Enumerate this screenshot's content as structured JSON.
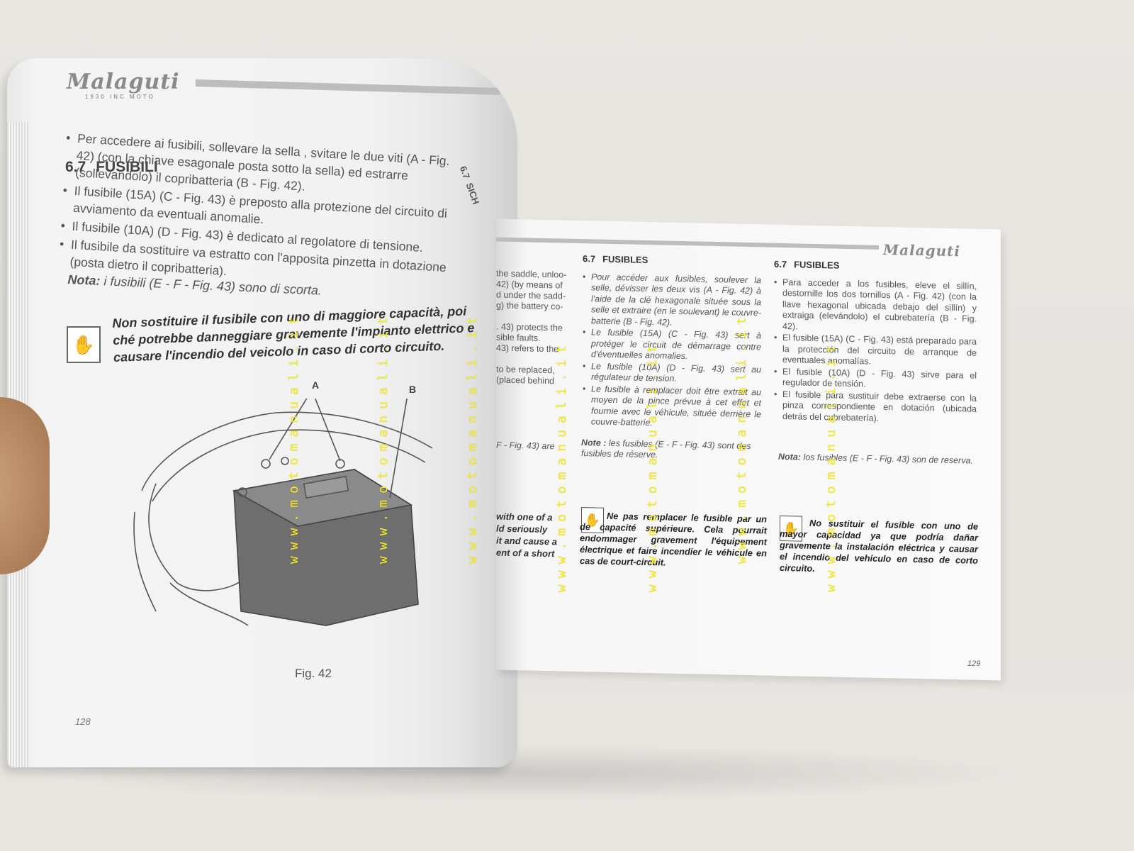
{
  "watermark": "www.motomanuali.it",
  "left_page": {
    "logo": "Malaguti",
    "logo_sub": "1930 INC MOTO",
    "section_number": "6.7",
    "section_title": "FUSIBILI",
    "bullets": [
      "Per accedere ai fusibili, sollevare la sella , svitare le due viti (A - Fig. 42) (con la chiave esagonale posta sotto la sella) ed estrarre (sollevandolo) il copribatteria (B - Fig. 42).",
      "Il fusibile (15A) (C - Fig. 43) è preposto alla protezione del circuito di avviamento da eventuali anomalie.",
      "Il fusibile (10A) (D - Fig. 43) è dedicato al regolatore di tensione.",
      "Il fusibile da sostituire va estratto con l'apposita pinzetta in dotazione (posta dietro il copribatteria)."
    ],
    "note_label": "Nota:",
    "note_text": "i fusibili (E - F - Fig. 43) sono di scorta.",
    "warning": "Non sostituire il fusibile con uno di maggiore capacità, poi ché potrebbe danneggiare gravemente l'impianto elettrico e causare l'incendio del veicolo in caso di corto circuito.",
    "fig_label_a": "A",
    "fig_label_b": "B",
    "figure_caption": "Fig. 42",
    "page_number": "128",
    "side_fragments": [
      "6.7",
      "SICH"
    ]
  },
  "right_page": {
    "logo": "Malaguti",
    "page_number": "129",
    "english_fragments": [
      "the saddle, unloo-",
      "42) (by means of",
      "d under the sadd-",
      "g) the battery co-",
      ". 43) protects the",
      "sible faults.",
      "43) refers to the",
      "to be replaced,",
      "(placed behind",
      "F - Fig. 43) are"
    ],
    "english_warning_fragments": [
      "with one of a",
      "ld seriously",
      "it and cause a",
      "ent of a short"
    ],
    "french": {
      "section_number": "6.7",
      "section_title": "FUSIBLES",
      "bullets": [
        "Pour accéder aux fusibles, soulever la selle, dévisser les deux vis (A - Fig. 42) à l'aide de la clé hexagonale située sous la selle et extraire (en le soulevant) le couvre-batterie (B - Fig. 42).",
        "Le fusible (15A) (C - Fig. 43) sert à protéger le circuit de démarrage contre d'éventuelles anomalies.",
        "Le fusible (10A) (D - Fig. 43) sert au régulateur de tension.",
        "Le fusible à remplacer doit être extrait au moyen de la pince prévue à cet effet et fournie avec le véhicule, située derrière le couvre-batterie."
      ],
      "note_label": "Note :",
      "note_text": "les fusibles (E - F - Fig. 43) sont des fusibles de réserve.",
      "warning": "Ne pas remplacer le fusible par un de capacité supérieure. Cela pourrait endommager gravement l'équipement électrique et faire incendier le véhicule en cas de court-circuit."
    },
    "spanish": {
      "section_number": "6.7",
      "section_title": "FUSIBLES",
      "bullets": [
        "Para acceder a los fusibles, eleve el sillín, destornille los dos tornillos (A - Fig. 42) (con la llave hexagonal ubicada debajo del sillín) y extraiga (elevándolo) el cubrebatería (B - Fig. 42).",
        "El fusible (15A) (C - Fig. 43) está preparado para la protección del circuito de arranque de eventuales anomalías.",
        "El fusible (10A) (D - Fig. 43) sirve para el regulador de tensión.",
        "El fusible para sustituir debe extraerse con la pinza correspondiente en dotación (ubicada detrás del cubrebatería)."
      ],
      "note_label": "Nota:",
      "note_text": "los fusibles (E - F - Fig. 43) son de reserva.",
      "warning": "No sustituir el fusible con uno de mayor capacidad ya que podría dañar gravemente la instalación eléctrica y causar el incendio del vehículo en caso de corto circuito."
    }
  }
}
